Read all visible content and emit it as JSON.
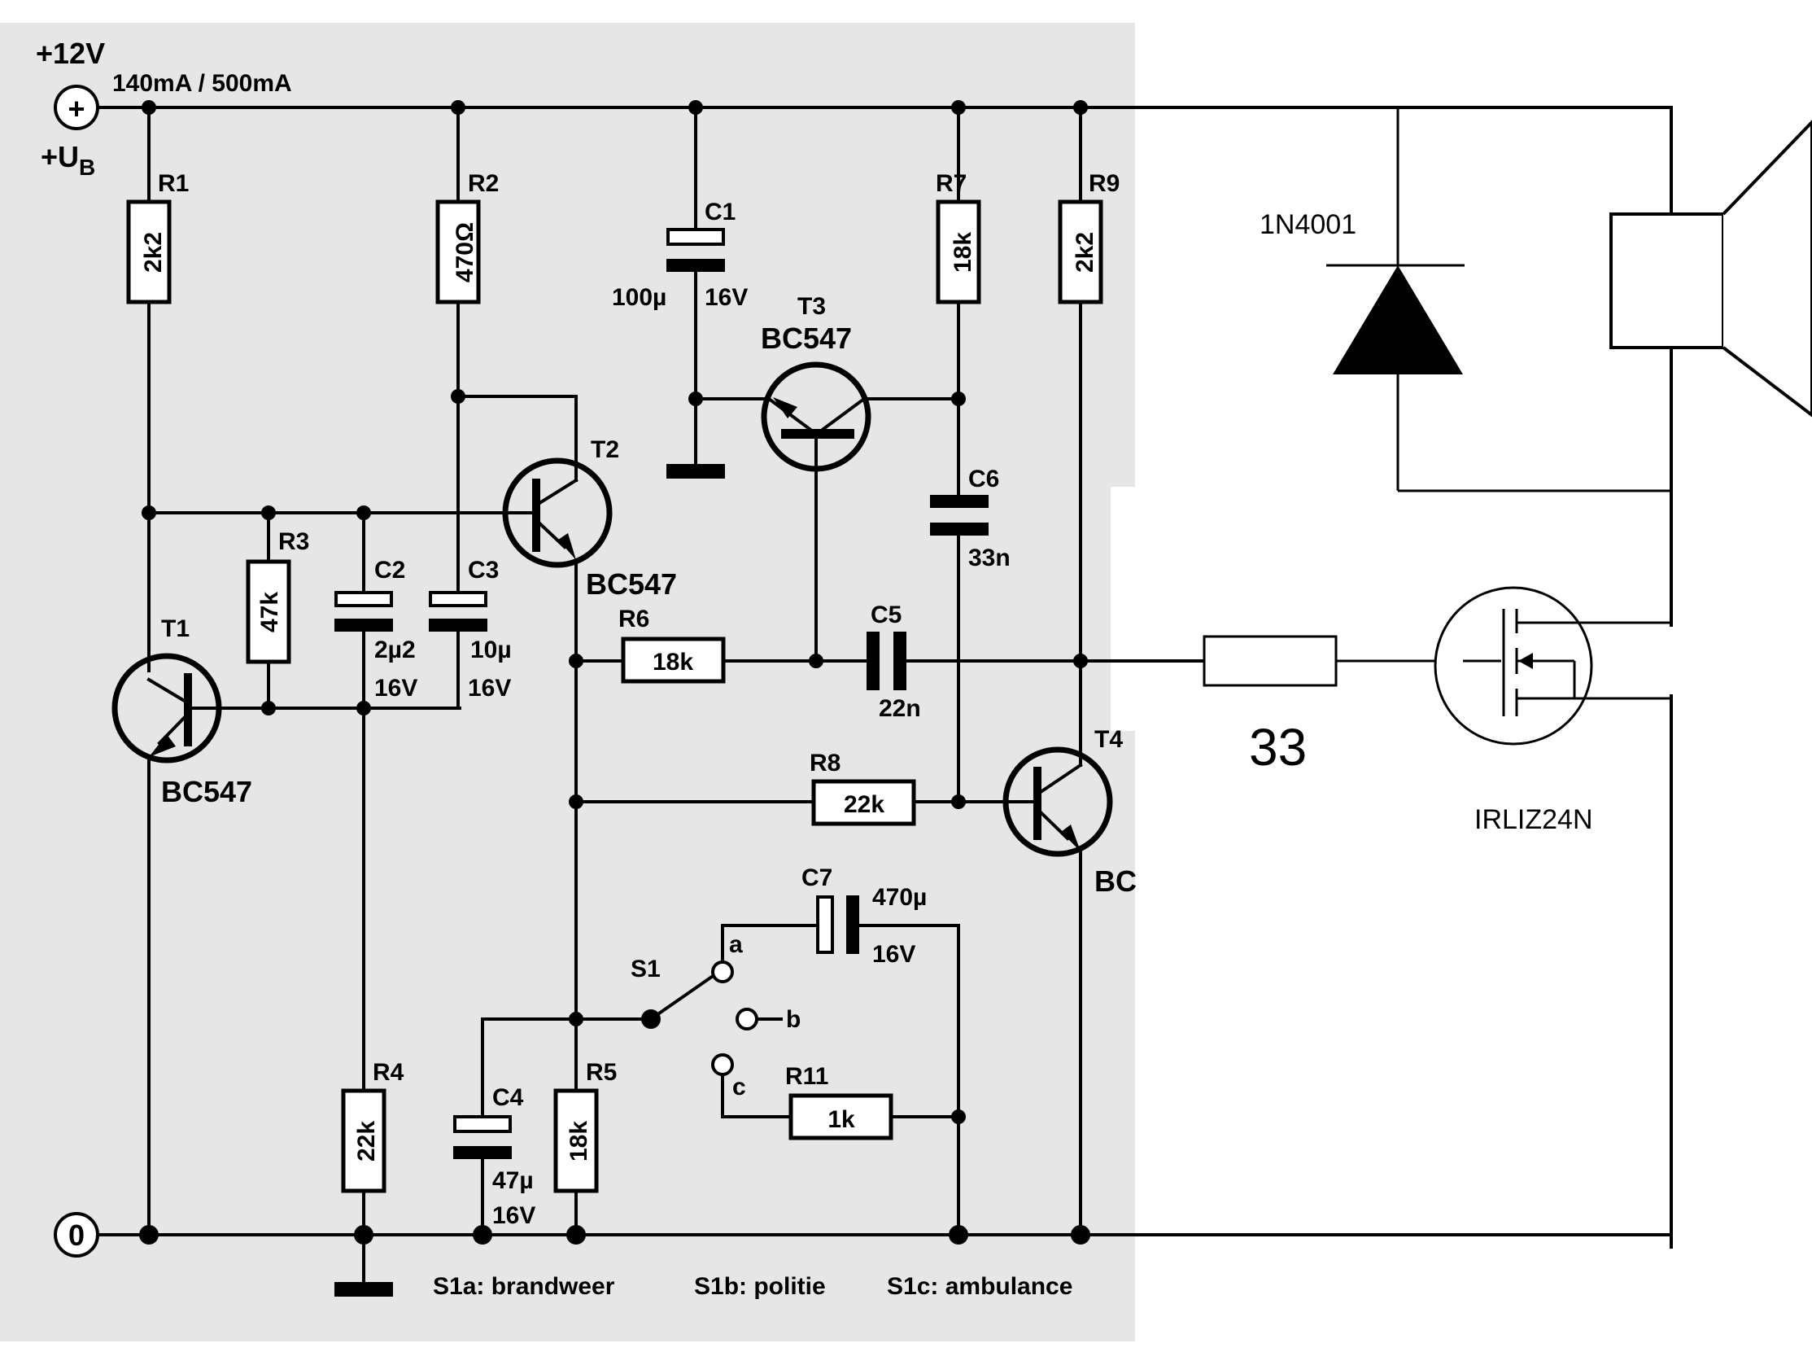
{
  "supply": {
    "voltage": "+12V",
    "current": "140mA / 500mA",
    "ub_main": "+U",
    "ub_sub": "B",
    "plus": "+",
    "ground": "0"
  },
  "resistors": {
    "r1": {
      "name": "R1",
      "value": "2k2"
    },
    "r2": {
      "name": "R2",
      "value": "470Ω"
    },
    "r3": {
      "name": "R3",
      "value": "47k"
    },
    "r4": {
      "name": "R4",
      "value": "22k"
    },
    "r5": {
      "name": "R5",
      "value": "18k"
    },
    "r6": {
      "name": "R6",
      "value": "18k"
    },
    "r7": {
      "name": "R7",
      "value": "18k"
    },
    "r8": {
      "name": "R8",
      "value": "22k"
    },
    "r9": {
      "name": "R9",
      "value": "2k2"
    },
    "r11": {
      "name": "R11",
      "value": "1k"
    },
    "r_gate": {
      "value": "33"
    }
  },
  "capacitors": {
    "c1": {
      "name": "C1",
      "value": "100µ",
      "voltage": "16V"
    },
    "c2": {
      "name": "C2",
      "value": "2µ2",
      "voltage": "16V"
    },
    "c3": {
      "name": "C3",
      "value": "10µ",
      "voltage": "16V"
    },
    "c4": {
      "name": "C4",
      "value": "47µ",
      "voltage": "16V"
    },
    "c5": {
      "name": "C5",
      "value": "22n"
    },
    "c6": {
      "name": "C6",
      "value": "33n"
    },
    "c7": {
      "name": "C7",
      "value": "470µ",
      "voltage": "16V"
    }
  },
  "transistors": {
    "t1": {
      "name": "T1",
      "type": "BC547"
    },
    "t2": {
      "name": "T2",
      "type": "BC547"
    },
    "t3": {
      "name": "T3",
      "type": "BC547"
    },
    "t4": {
      "name": "T4",
      "type": "BC"
    }
  },
  "switch": {
    "name": "S1",
    "a": "a",
    "b": "b",
    "c": "c"
  },
  "diode": {
    "type": "1N4001"
  },
  "mosfet": {
    "type": "IRLIZ24N"
  },
  "legend": {
    "s1a": "S1a: brandweer",
    "s1b": "S1b: politie",
    "s1c": "S1c: ambulance"
  },
  "colors": {
    "background_scan": "#e6e6e6",
    "ink": "#000000",
    "paper": "#ffffff"
  }
}
